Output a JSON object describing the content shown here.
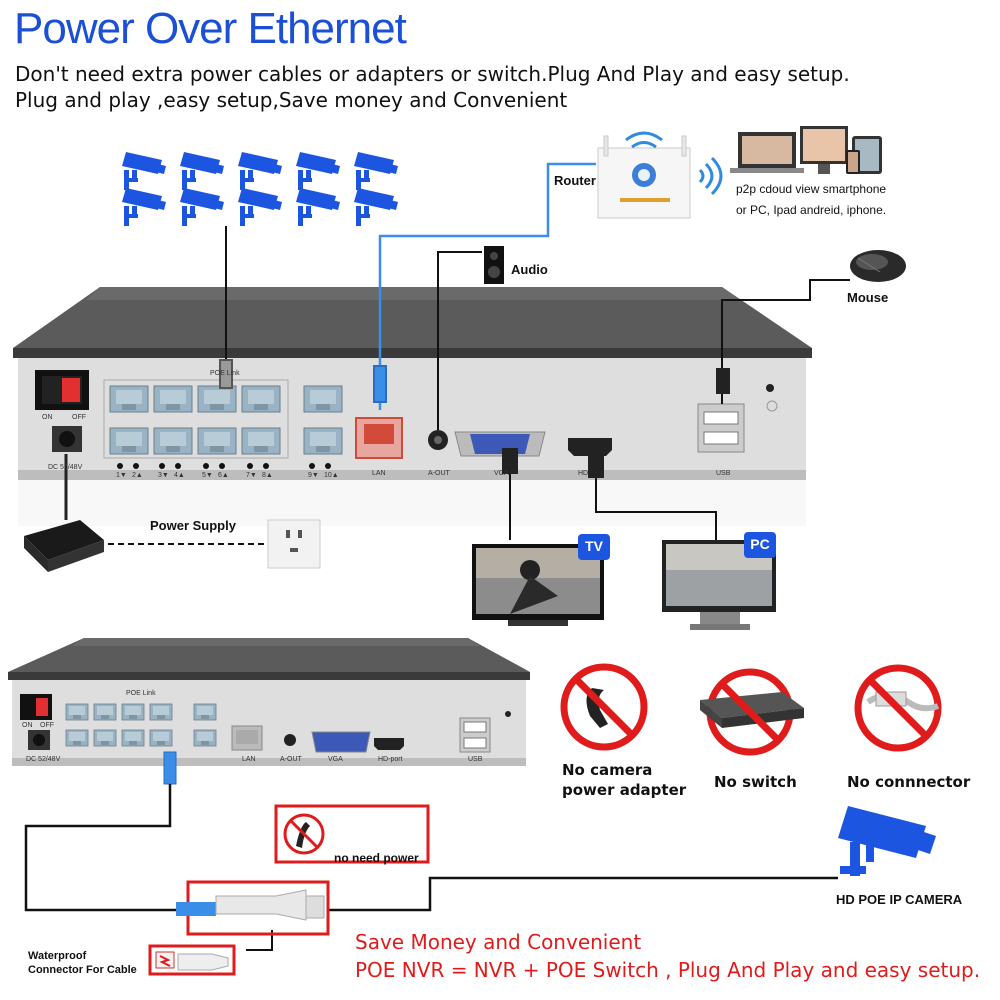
{
  "header": {
    "title": "Power Over Ethernet",
    "subtitle_1": "Don't need extra power cables or adapters or switch.Plug And Play and easy setup.",
    "subtitle_2": "Plug and play ,easy setup,Save money and Convenient"
  },
  "top_diagram": {
    "router_label": "Router",
    "audio_label": "Audio",
    "mouse_label": "Mouse",
    "p2p_line_1": "p2p cdoud view smartphone",
    "p2p_line_2": "or PC, Ipad andreid, iphone.",
    "power_supply_label": "Power Supply",
    "tv_badge": "TV",
    "pc_badge": "PC",
    "nvr_panel": {
      "poe_link": "POE Link",
      "on": "ON",
      "off": "OFF",
      "dc": "DC 52/48V",
      "lan": "LAN",
      "aout": "A-OUT",
      "vga": "VGA",
      "hd": "HD",
      "usb": "USB",
      "port_numbers": [
        "1▼",
        "2▲",
        "3▼",
        "4▲",
        "5▼",
        "6▲",
        "7▼",
        "8▲",
        "9▼",
        "10▲"
      ]
    }
  },
  "bottom_diagram": {
    "nvr_panel": {
      "poe_link": "POE Link",
      "on": "ON",
      "off": "OFF",
      "dc": "DC 52/48V",
      "lan": "LAN",
      "aout": "A-OUT",
      "vga": "VGA",
      "hd": "HD-port",
      "usb": "USB"
    },
    "no_camera_adapter_1": "No camera",
    "no_camera_adapter_2": "power adapter",
    "no_switch": "No switch",
    "no_connector": "No connnector",
    "no_need_power": "no need power",
    "camera_label": "HD POE IP CAMERA",
    "waterproof_1": "Waterproof",
    "waterproof_2": "Connector For Cable",
    "footer_1": "Save Money and Convenient",
    "footer_2": "POE NVR = NVR + POE Switch , Plug And Play and easy setup."
  },
  "colors": {
    "title_blue": "#1a4fd6",
    "camera_blue": "#1c55e0",
    "cable_blue": "#3a8ee8",
    "red": "#e01b1b",
    "nvr_top": "#5a5a5a",
    "nvr_front": "#dcdcdc"
  }
}
